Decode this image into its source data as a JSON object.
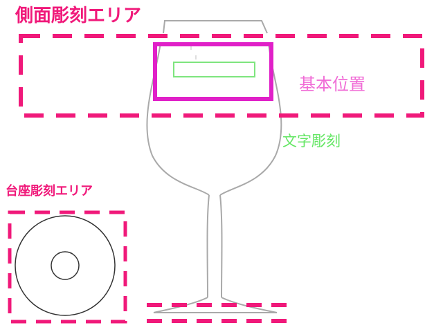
{
  "labels": {
    "side_area": "側面彫刻エリア",
    "base_position": "基本位置",
    "text_engraving": "文字彫刻",
    "pedestal_area": "台座彫刻エリア"
  },
  "colors": {
    "area_dash": "#f0197a",
    "base_position": "#f06bd6",
    "text_engraving": "#63e663",
    "outline": "#a9a9a9",
    "circle": "#333333"
  }
}
